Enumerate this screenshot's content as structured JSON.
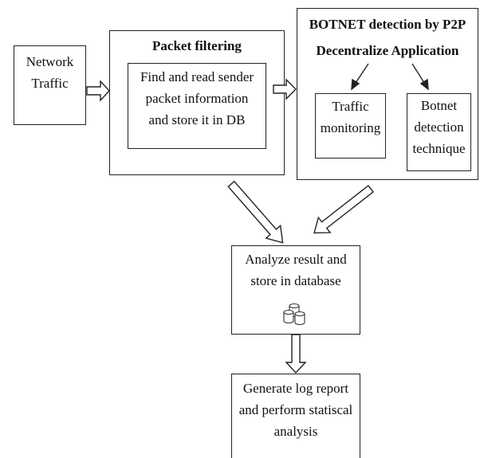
{
  "diagram": {
    "network_traffic": "Network\nTraffic",
    "packet_filtering": {
      "title": "Packet filtering",
      "inner": "Find and read sender\npacket information\nand store it in DB"
    },
    "botnet": {
      "title_line1": "BOTNET detection by P2P",
      "title_line2": "Decentralize Application",
      "traffic_monitoring": "Traffic\nmonitoring",
      "botnet_detection": "Botnet\ndetection\ntechnique"
    },
    "analyze": "Analyze result and\nstore in database",
    "database_icon": "database-icon",
    "generate": "Generate log report\nand perform statiscal\nanalysis"
  },
  "colors": {
    "stroke": "#222222",
    "background": "#ffffff"
  }
}
